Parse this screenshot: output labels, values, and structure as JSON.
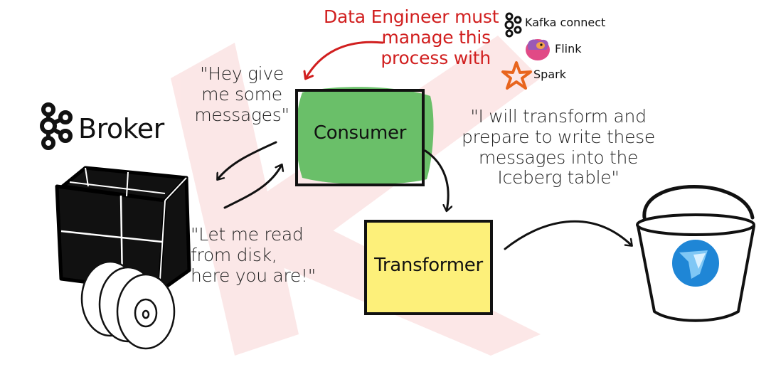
{
  "note": {
    "lines": [
      "Data Engineer must",
      "manage this",
      "process with"
    ],
    "color": "#d11f1f"
  },
  "tools": [
    {
      "label": "Kafka connect",
      "icon": "kafka-icon"
    },
    {
      "label": "Flink",
      "icon": "flink-squirrel-icon"
    },
    {
      "label": "Spark",
      "icon": "spark-star-icon"
    }
  ],
  "broker": {
    "label": "Broker",
    "icon": "kafka-logo-icon"
  },
  "consumer": {
    "label": "Consumer",
    "color": "#6abf69"
  },
  "transformer": {
    "label": "Transformer",
    "color": "#fdf07a"
  },
  "bubbles": {
    "request": [
      "\"Hey give",
      "me some",
      "messages\""
    ],
    "response": [
      "\"Let me read",
      "from disk,",
      "here you are!\""
    ],
    "transform": [
      "\"I will transform and",
      "prepare to write these",
      "messages into the",
      "Iceberg table\""
    ]
  },
  "table": {
    "icon": "iceberg-bucket-icon",
    "accent": "#1f86d6"
  },
  "watermark": {
    "color": "#fbe3e3"
  }
}
